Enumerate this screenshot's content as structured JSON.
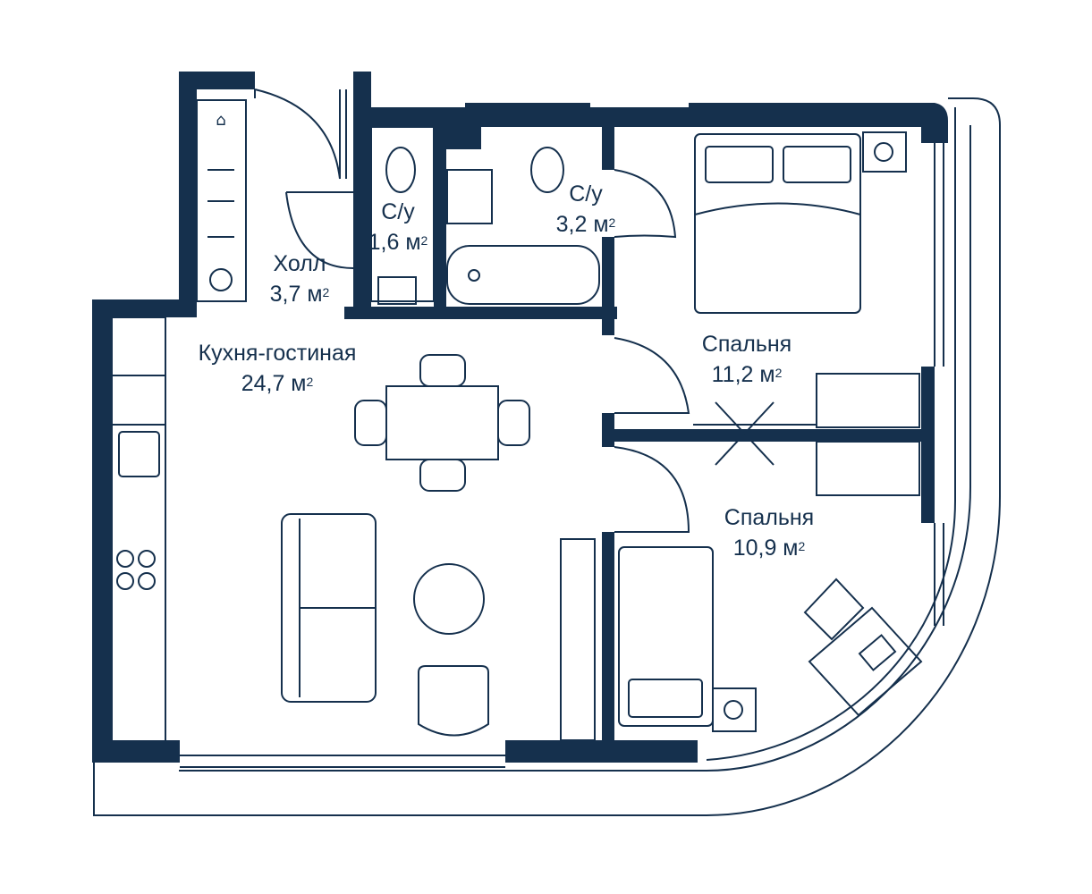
{
  "colors": {
    "wall": "#15304d",
    "background": "#ffffff"
  },
  "area_unit_superscript": "2",
  "rooms": [
    {
      "name": "С/у",
      "area": "1,6 м"
    },
    {
      "name": "С/у",
      "area": "3,2 м"
    },
    {
      "name": "Холл",
      "area": "3,7 м"
    },
    {
      "name": "Кухня-гостиная",
      "area": "24,7 м"
    },
    {
      "name": "Спальня",
      "area": "11,2 м"
    },
    {
      "name": "Спальня",
      "area": "10,9 м"
    }
  ],
  "furniture_icons": [
    "wardrobe-icon",
    "toilet-icon",
    "sink-icon",
    "bathtub-icon",
    "washing-machine-icon",
    "double-bed-icon",
    "single-bed-icon",
    "dining-table-icon",
    "chair-icon",
    "sofa-icon",
    "round-table-icon",
    "armchair-icon",
    "kitchen-counter-icon",
    "stove-icon",
    "desk-icon",
    "laptop-icon",
    "nightstand-icon"
  ]
}
